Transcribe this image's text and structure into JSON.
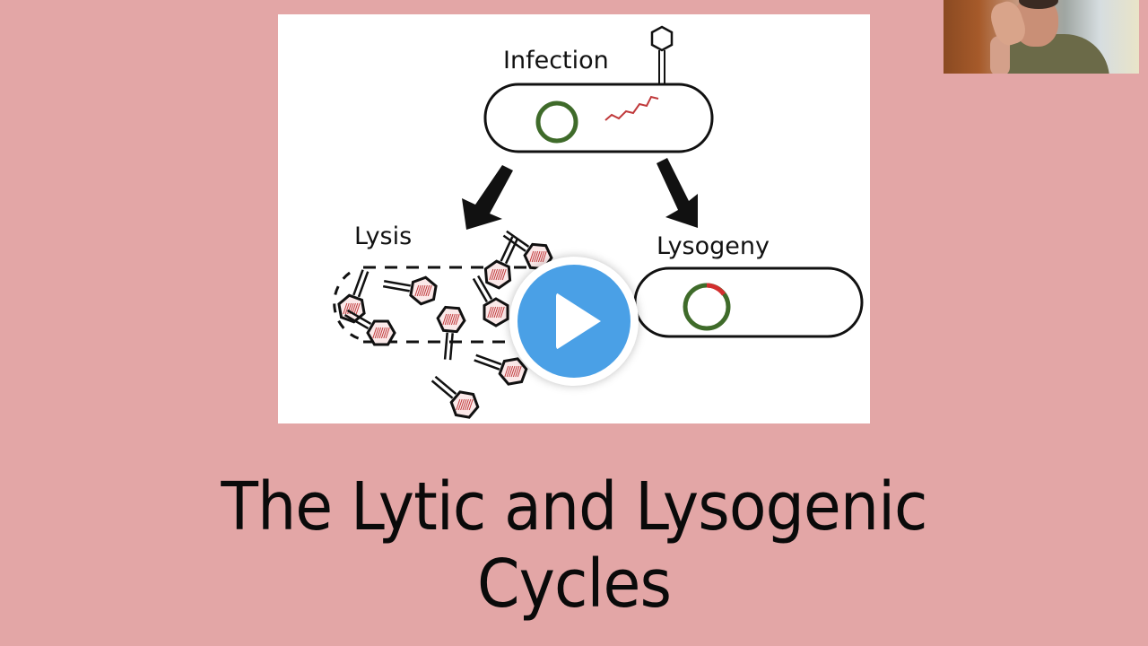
{
  "slide": {
    "background_color": "#e3a6a6",
    "title_line1": "The Lytic and Lysogenic",
    "title_line2": "Cycles"
  },
  "figure": {
    "labels": {
      "infection": "Infection",
      "lysis": "Lysis",
      "lysogeny": "Lysogeny"
    },
    "colors": {
      "outline": "#111111",
      "bacterial_dna": "#3f6b2a",
      "phage_dna": "#c0393b",
      "phage_head_fill": "#fbe9e9"
    }
  },
  "video_overlay": {
    "play_button": {
      "icon": "play-icon",
      "color": "#4aa0e6"
    },
    "webcam": {
      "content": "presenter-webcam"
    }
  }
}
